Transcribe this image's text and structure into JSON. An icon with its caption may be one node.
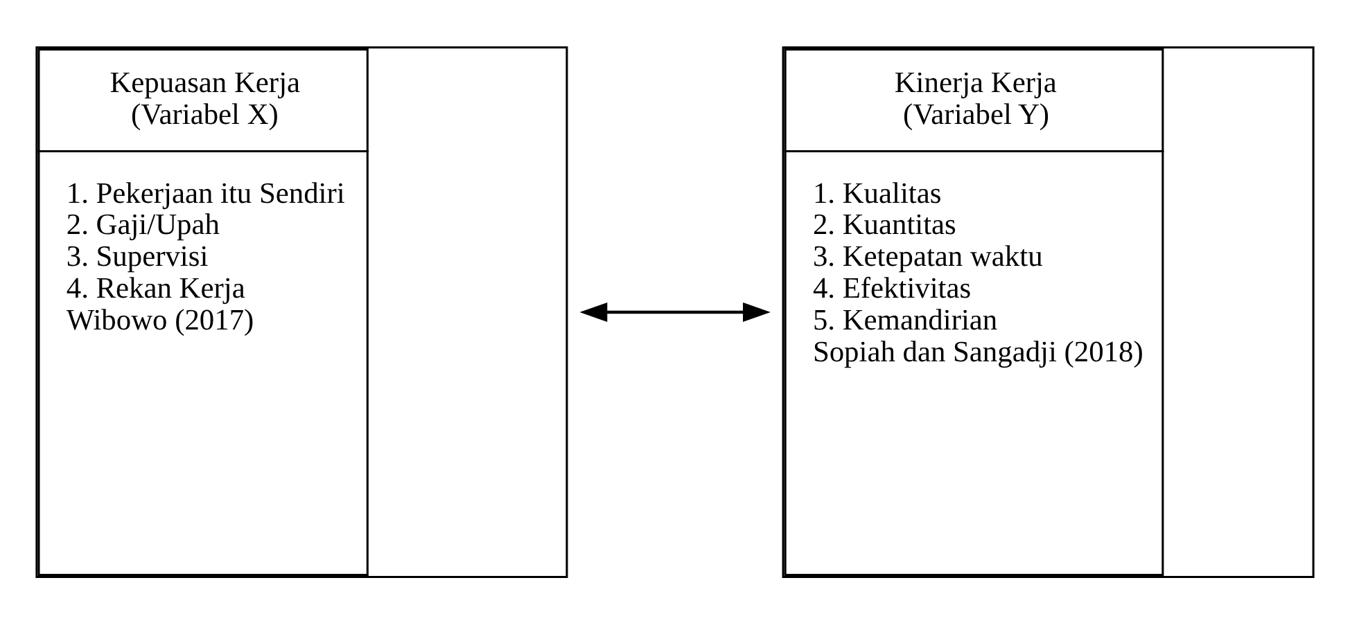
{
  "diagram": {
    "nodes": [
      {
        "text": [
          "Kepuasan Kerja",
          "(Variabel X)",
          "1. Pekerjaan itu Sendiri",
          "2. Gaji/Upah",
          "3. Supervisi",
          "4. Rekan Kerja",
          "Wibowo (2017)"
        ]
      },
      {
        "text": [
          "Kinerja Kerja",
          "(Variabel Y)",
          "1. Kualitas",
          "2. Kuantitas",
          "3. Ketepatan waktu",
          "4. Efektivitas",
          "5. Kemandirian",
          "Sopiah dan Sangadji (2018)"
        ]
      }
    ],
    "edges": [
      {
        "from": 0,
        "to": 1,
        "arrow": "both"
      }
    ]
  }
}
